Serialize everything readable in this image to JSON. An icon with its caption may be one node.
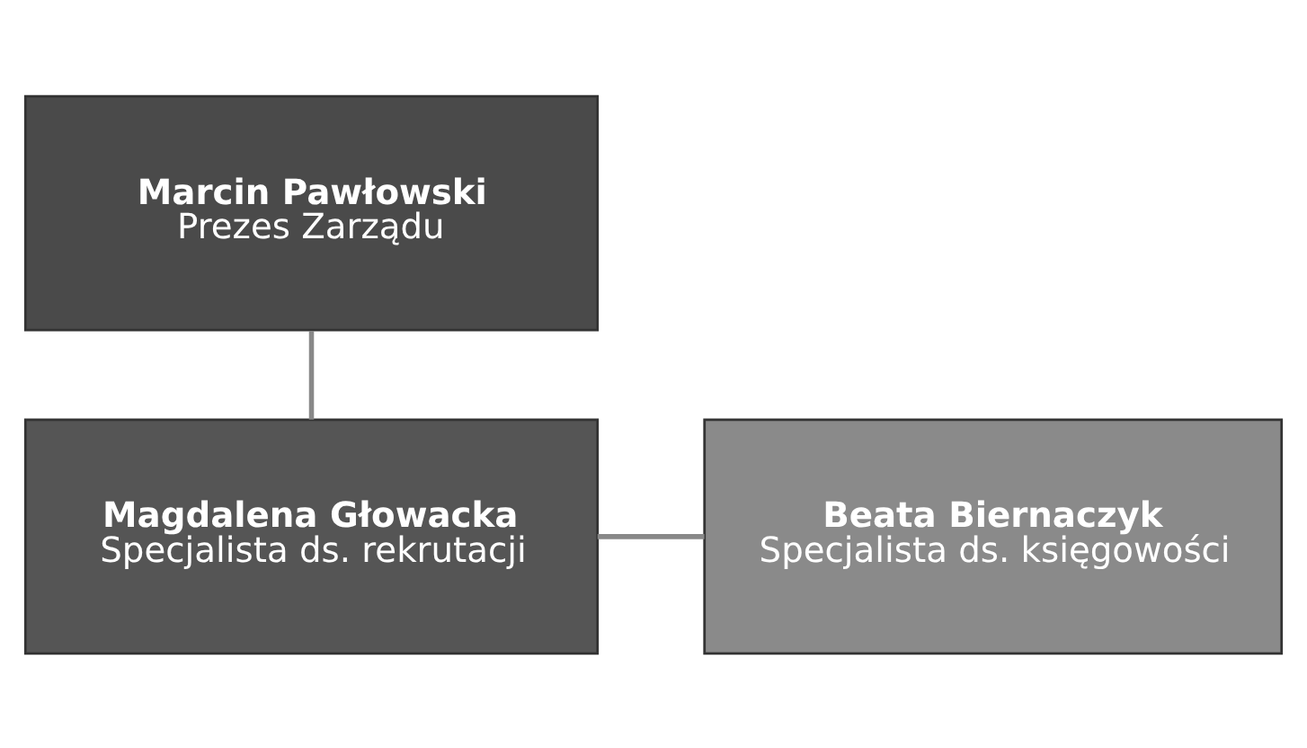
{
  "diagram": {
    "nodes": [
      {
        "text": [
          "Marcin Pawłowski",
          "Prezes Zarządu"
        ]
      },
      {
        "text": [
          "Magdalena Głowacka",
          "Specjalista ds. rekrutacji"
        ]
      },
      {
        "text": [
          "Beata Biernaczyk",
          "Specjalista ds. księgowości"
        ]
      }
    ],
    "edges": [
      {
        "from": 0,
        "to": 1,
        "arrow": "none"
      },
      {
        "from": 1,
        "to": 2,
        "arrow": "none"
      }
    ]
  }
}
